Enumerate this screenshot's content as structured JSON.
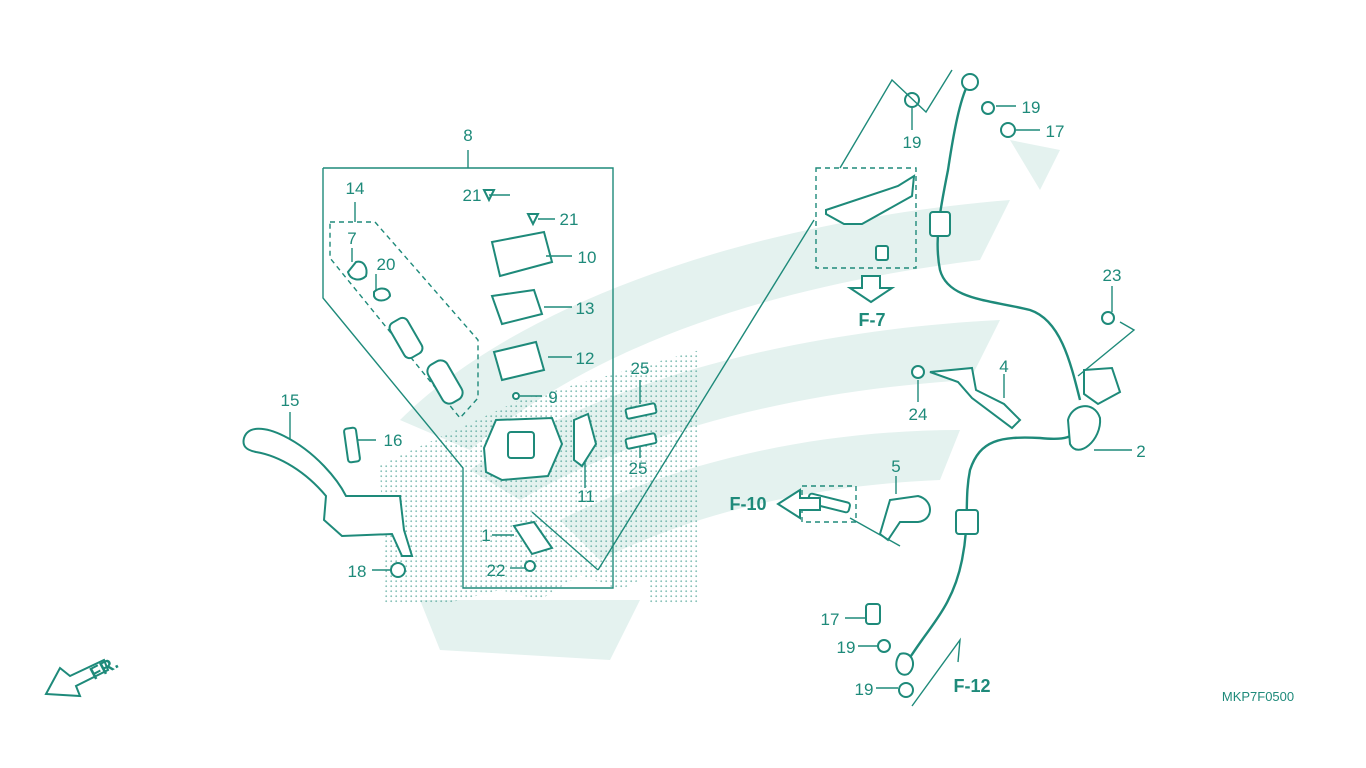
{
  "diagram_code": "MKP7F0500",
  "front_indicator": "FR.",
  "refs": {
    "f7": "F-7",
    "f10": "F-10",
    "f12": "F-12"
  },
  "callouts": {
    "c1": "1",
    "c2": "2",
    "c4": "4",
    "c5": "5",
    "c7": "7",
    "c8": "8",
    "c9": "9",
    "c10": "10",
    "c11": "11",
    "c12": "12",
    "c13": "13",
    "c14": "14",
    "c15": "15",
    "c16": "16",
    "c17a": "17",
    "c17b": "17",
    "c18": "18",
    "c19a": "19",
    "c19b": "19",
    "c19c": "19",
    "c19d": "19",
    "c20": "20",
    "c21a": "21",
    "c21b": "21",
    "c22": "22",
    "c23": "23",
    "c24": "24",
    "c25a": "25",
    "c25b": "25"
  },
  "colors": {
    "line": "#1e8a7a",
    "watermark": "#e4f2ef",
    "background": "#ffffff"
  }
}
